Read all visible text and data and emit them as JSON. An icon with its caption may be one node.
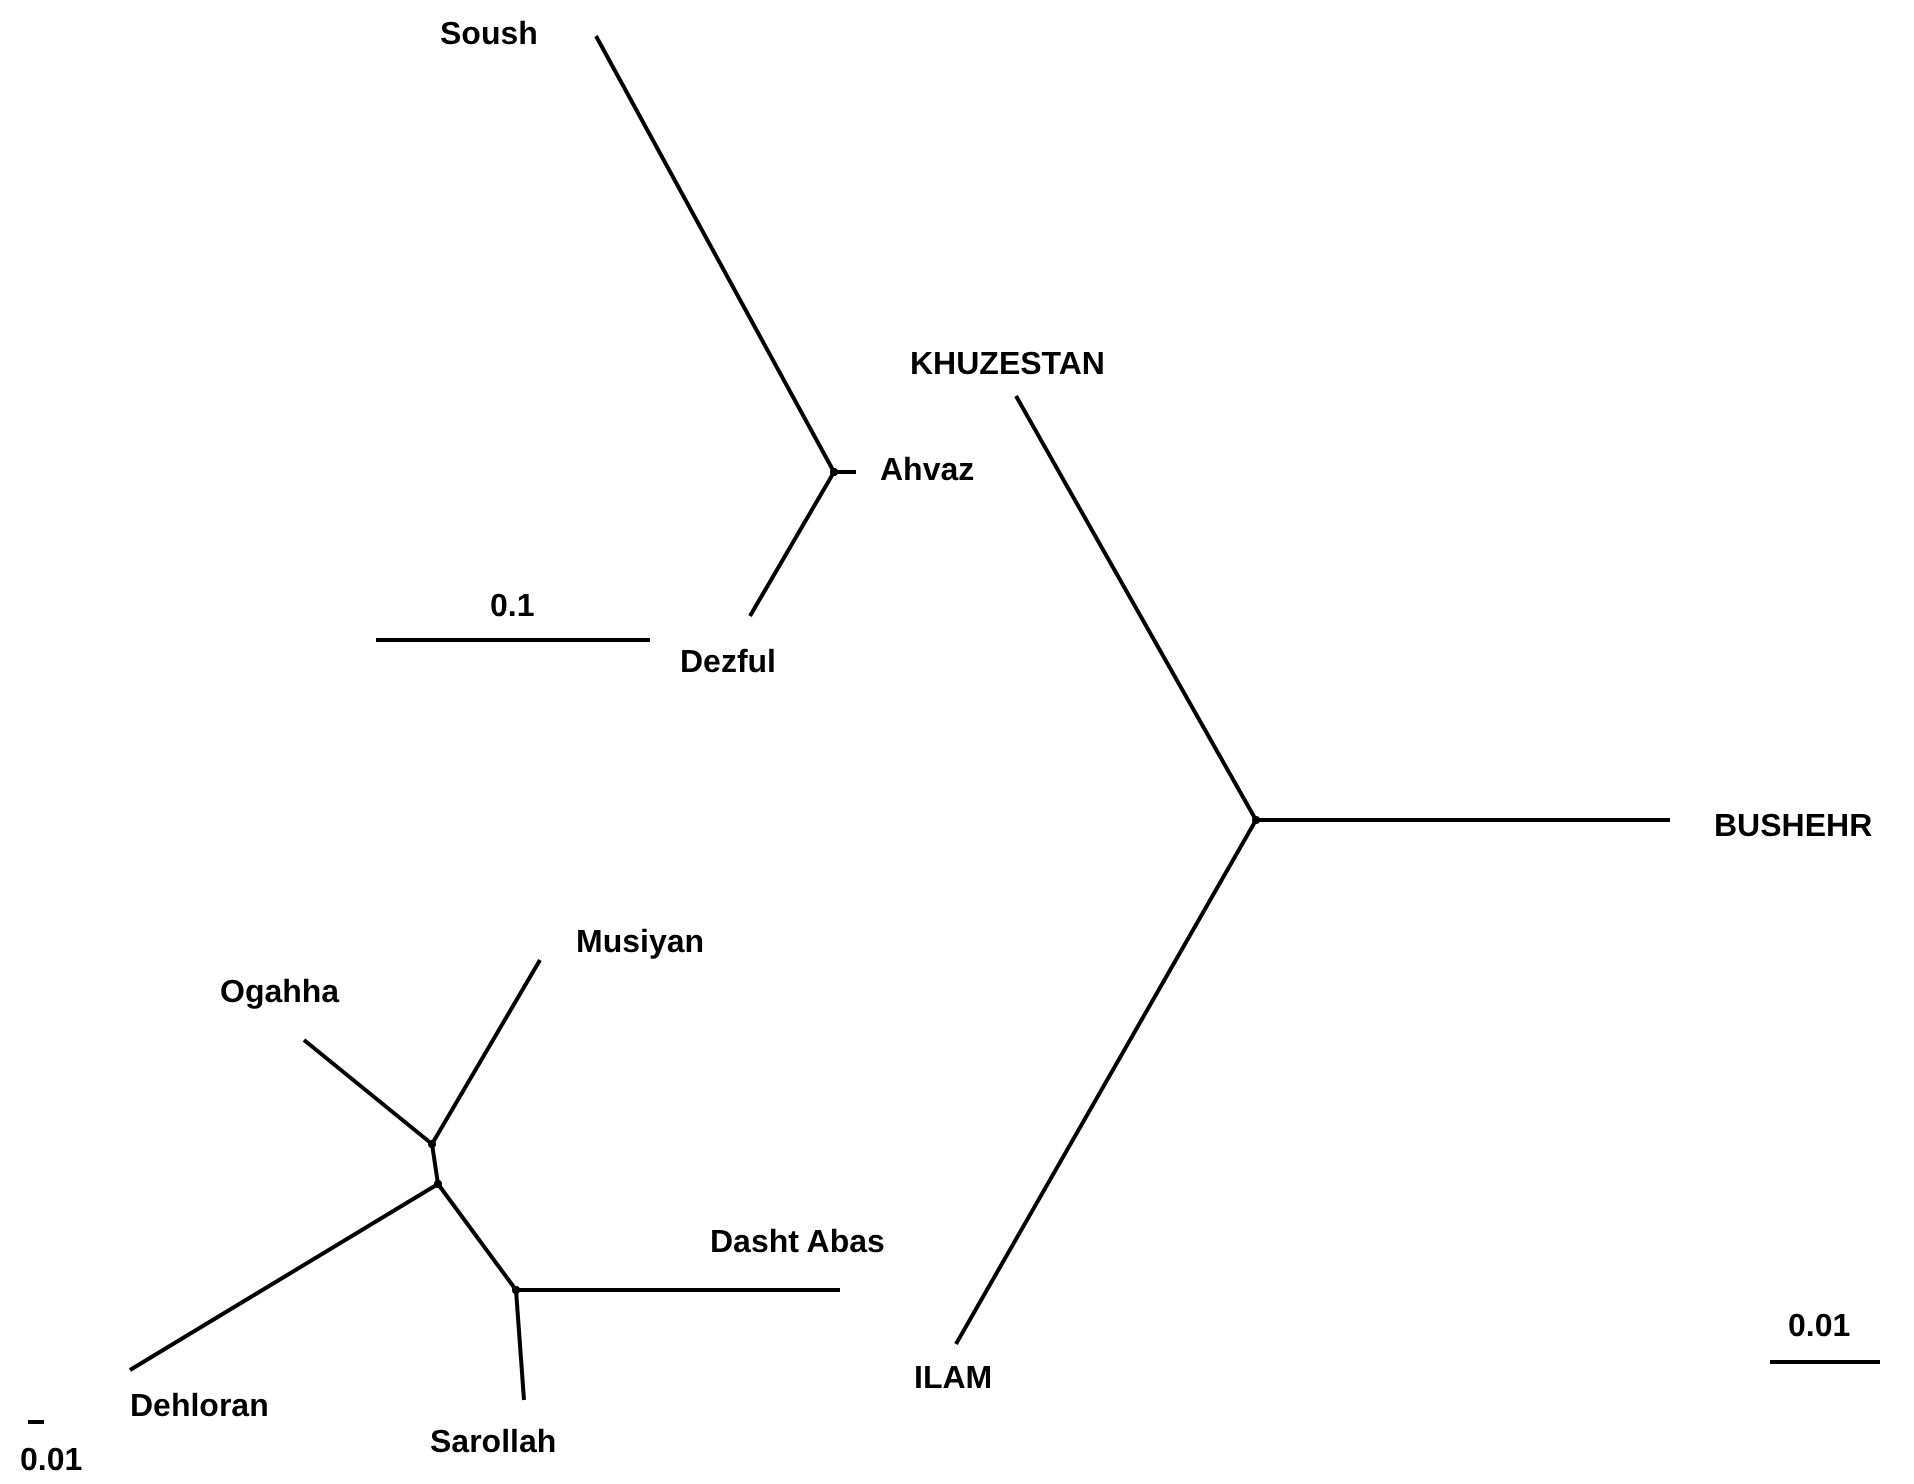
{
  "diagram": {
    "nodes": [
      {
        "text": [
          "Soush"
        ]
      },
      {
        "text": [],
        "shape": "point"
      },
      {
        "text": [
          "Ahvaz"
        ]
      },
      {
        "text": [
          "Dezful"
        ]
      },
      {
        "text": [
          "KHUZESTAN"
        ]
      },
      {
        "text": [],
        "shape": "point"
      },
      {
        "text": [
          "BUSHEHR"
        ]
      },
      {
        "text": [
          "ILAM"
        ]
      },
      {
        "text": [
          "Ogahha"
        ]
      },
      {
        "text": [
          "Musiyan"
        ]
      },
      {
        "text": [],
        "shape": "point"
      },
      {
        "text": [],
        "shape": "point"
      },
      {
        "text": [
          "Dasht Abas"
        ]
      },
      {
        "text": [],
        "shape": "point"
      },
      {
        "text": [
          "Dehloran"
        ]
      },
      {
        "text": [
          "Sarollah"
        ]
      }
    ],
    "edges": [
      {
        "from": 0,
        "to": 1,
        "arrow": "none"
      },
      {
        "from": 1,
        "to": 2,
        "arrow": "none"
      },
      {
        "from": 1,
        "to": 3,
        "arrow": "none"
      },
      {
        "from": 4,
        "to": 5,
        "arrow": "none"
      },
      {
        "from": 5,
        "to": 6,
        "arrow": "none"
      },
      {
        "from": 5,
        "to": 7,
        "arrow": "none"
      },
      {
        "from": 8,
        "to": 10,
        "arrow": "none"
      },
      {
        "from": 9,
        "to": 10,
        "arrow": "none"
      },
      {
        "from": 10,
        "to": 11,
        "arrow": "none"
      },
      {
        "from": 11,
        "to": 14,
        "arrow": "none"
      },
      {
        "from": 11,
        "to": 13,
        "arrow": "none"
      },
      {
        "from": 13,
        "to": 12,
        "arrow": "none"
      },
      {
        "from": 13,
        "to": 15,
        "arrow": "none"
      }
    ],
    "labels": [
      "0.1",
      "0.01",
      "0.01"
    ]
  }
}
